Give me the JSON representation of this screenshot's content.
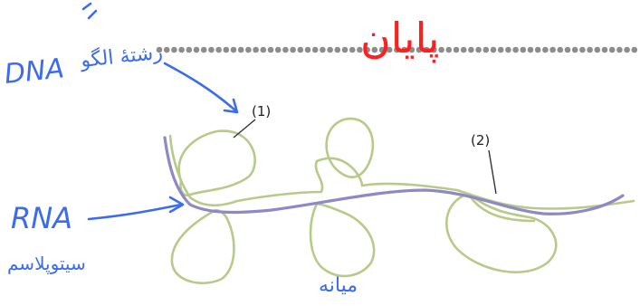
{
  "diagram": {
    "labels": {
      "one": "(1)",
      "two": "(2)"
    },
    "annotations": {
      "dna": "DNA",
      "dna_arabic": "رشتهٔ الگو",
      "rna": "RNA",
      "rna_arabic": "سیتوپلاسم",
      "center_arabic": "میانه",
      "top_red": "پایان"
    },
    "colors": {
      "dna_beads": "#8c8c8c",
      "loops": "#b8c98a",
      "rna_strand": "#8e88c6",
      "blue_ink": "#3b6cf0",
      "red_ink": "#ff1f1f"
    }
  }
}
